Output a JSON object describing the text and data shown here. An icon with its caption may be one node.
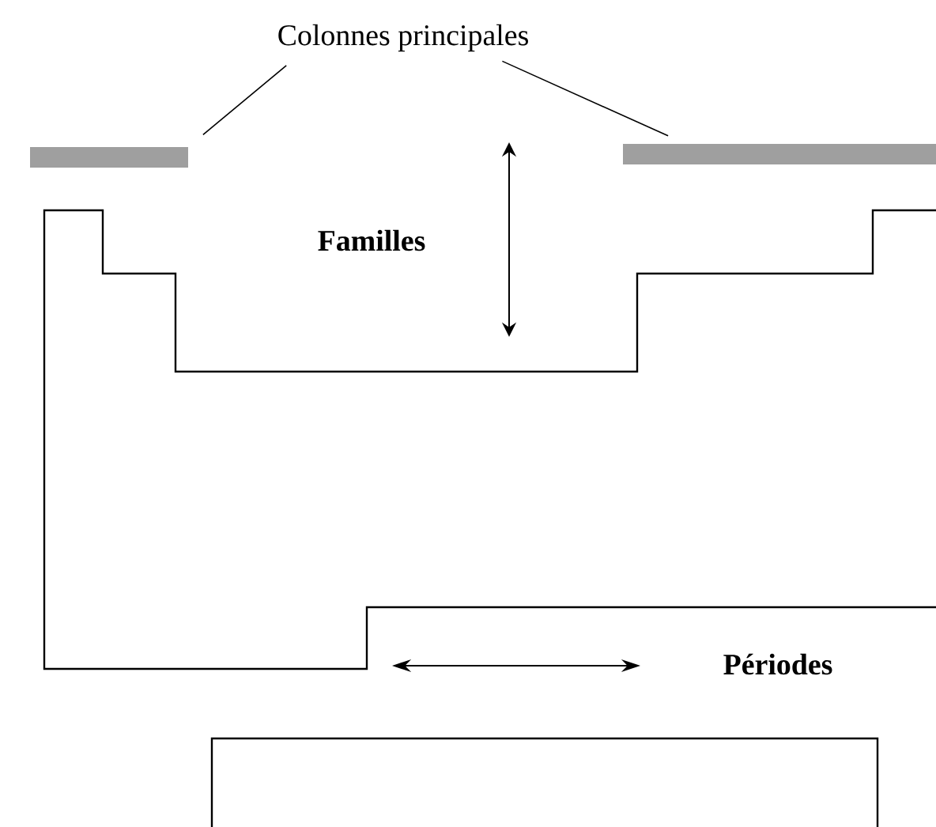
{
  "diagram": {
    "nodes": [
      {
        "text": [
          "Colonnes principales"
        ]
      },
      {
        "text": [],
        "shape": "bar"
      },
      {
        "text": [],
        "shape": "bar"
      }
    ],
    "edges": [
      {
        "from": 0,
        "to": 1,
        "arrow": "none"
      },
      {
        "from": 0,
        "to": 2,
        "arrow": "none"
      }
    ],
    "labels": [
      "Familles",
      "Périodes"
    ]
  }
}
